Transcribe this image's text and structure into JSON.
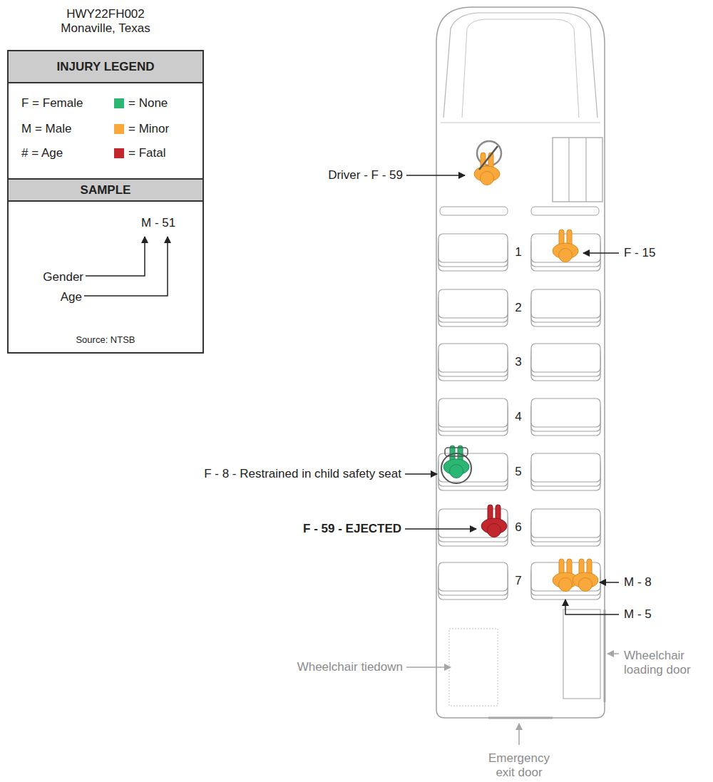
{
  "diagram": {
    "title": "HWY22FH002 Monaville, Texas",
    "nodes": [
      {
        "text": [
          "INJURY LEGEND"
        ]
      },
      {
        "text": [
          "SAMPLE",
          "M - 51",
          "Gender",
          "Age",
          "Source: NTSB"
        ]
      }
    ],
    "labels": [
      "Driver - F - 59",
      "1",
      "F - 15",
      "2",
      "3",
      "4",
      "F - 8 - Restrained in child safety seat",
      "5",
      "F - 59 - EJECTED",
      "6",
      "7",
      "M - 8",
      "M - 5",
      "Wheelchair tiedown",
      "Wheelchair loading door",
      "Emergency exit door"
    ],
    "legend": [
      {
        "text": "F = Female"
      },
      {
        "text": "= None",
        "color": "#2bb673"
      },
      {
        "text": "M = Male"
      },
      {
        "text": "= Minor",
        "color": "#f9a93b"
      },
      {
        "text": "# = Age"
      },
      {
        "text": "= Fatal",
        "color": "#c1272d"
      }
    ]
  }
}
